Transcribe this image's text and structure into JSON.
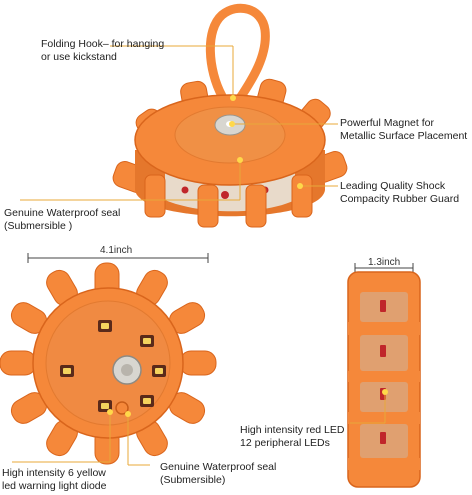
{
  "colors": {
    "orange": "#f5883a",
    "orange_dark": "#d9651c",
    "orange_light": "#ff9f55",
    "callout_line": "#e8a93a",
    "callout_dot": "#ffd84a",
    "lens": "#d8d6d0",
    "led_red": "#c0262a",
    "led_yellow": "#f4d35e"
  },
  "annotations": {
    "folding_hook": [
      "Folding Hook– for hanging",
      "or use kickstand"
    ],
    "magnet": [
      "Powerful Magnet for",
      "Metallic Surface Placement"
    ],
    "waterproof_top": [
      "Genuine Waterproof seal",
      "(Submersible )"
    ],
    "shock_guard": [
      "Leading Quality Shock",
      "Compacity Rubber Guard"
    ],
    "red_led": [
      "High intensity red LED",
      "12 peripheral LEDs"
    ],
    "yellow_led": [
      "High intensity 6 yellow",
      "led warning light diode"
    ],
    "waterproof_bottom": [
      "Genuine Waterproof seal",
      "(Submersible)"
    ]
  },
  "dimensions": {
    "diameter": "4.1inch",
    "thickness": "1.3inch"
  }
}
